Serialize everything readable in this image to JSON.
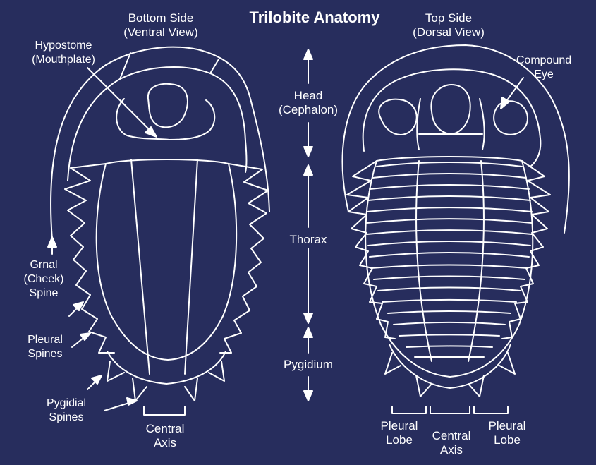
{
  "title": "Trilobite Anatomy",
  "colors": {
    "background": "#272d5d",
    "line": "#ffffff",
    "text": "#ffffff"
  },
  "ventral": {
    "heading": [
      "Bottom Side",
      "(Ventral View)"
    ],
    "hypostome": [
      "Hypostome",
      "(Mouthplate)"
    ],
    "genal_spine": [
      "Grnal",
      "(Cheek)",
      "Spine"
    ],
    "pleural_spines": [
      "Pleural",
      "Spines"
    ],
    "pygidial_spines": [
      "Pygidial",
      "Spines"
    ],
    "central_axis": [
      "Central",
      "Axis"
    ]
  },
  "dorsal": {
    "heading": [
      "Top Side",
      "(Dorsal View)"
    ],
    "compound_eye": [
      "Compound",
      "Eye"
    ],
    "pleural_lobe_left": [
      "Pleural",
      "Lobe"
    ],
    "central_axis": [
      "Central",
      "Axis"
    ],
    "pleural_lobe_right": [
      "Pleural",
      "Lobe"
    ]
  },
  "regions": {
    "head": [
      "Head",
      "(Cephalon)"
    ],
    "thorax": "Thorax",
    "pygidium": "Pygidium"
  },
  "icons": [
    "arrow-icon",
    "double-arrow-icon",
    "bracket-icon"
  ]
}
